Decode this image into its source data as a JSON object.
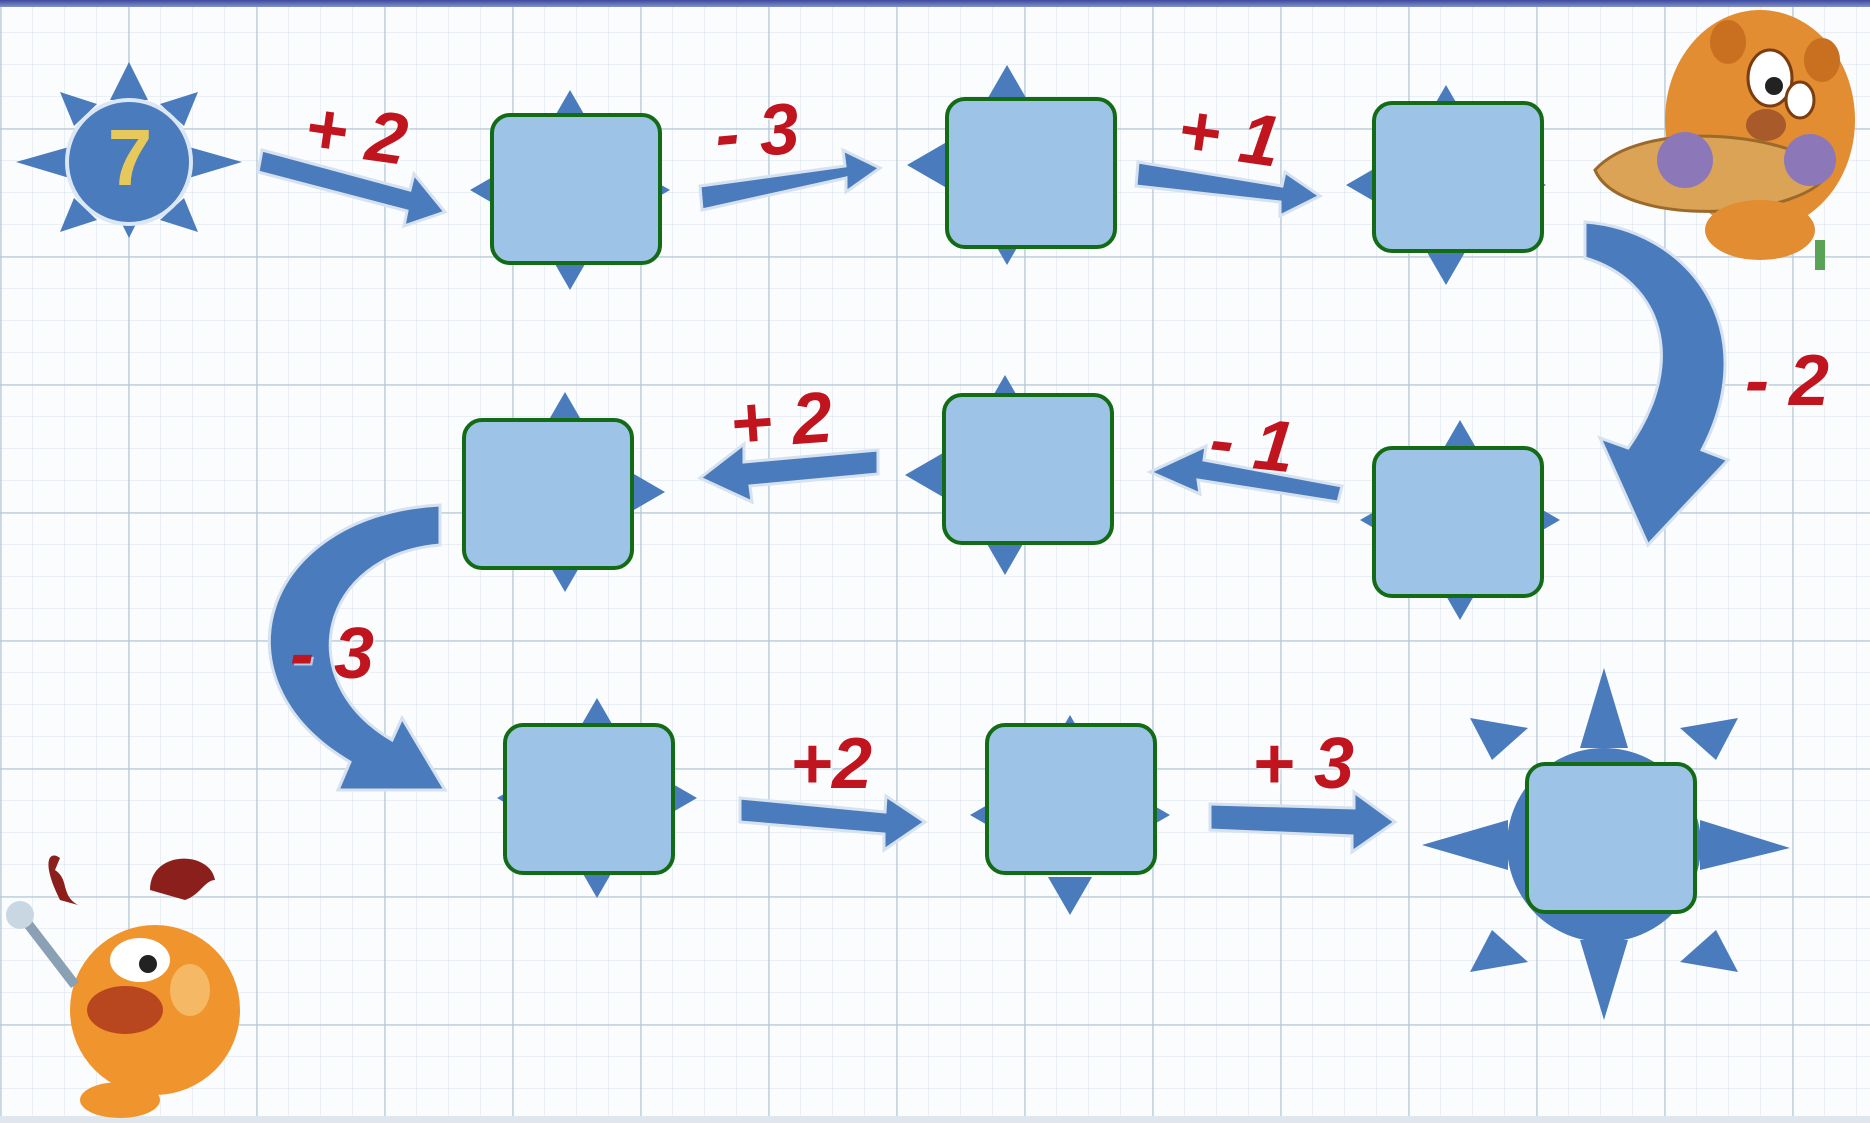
{
  "puzzle": {
    "start_value": "7",
    "operations": [
      "+ 2",
      "- 3",
      "+ 1",
      "- 2",
      "- 1",
      "+ 2",
      "- 3",
      "+2",
      "+ 3"
    ],
    "answer_boxes": [
      "",
      "",
      "",
      "",
      "",
      "",
      "",
      "",
      ""
    ]
  },
  "colors": {
    "arrow": "#4a7bbd",
    "sun": "#4a7bbd",
    "box_fill": "#9dc3e6",
    "box_border": "#136b16",
    "operation_text": "#c0141f",
    "start_number": "#e6c95a"
  },
  "icons": [
    "sun-icon",
    "hamster-character",
    "moose-character"
  ]
}
